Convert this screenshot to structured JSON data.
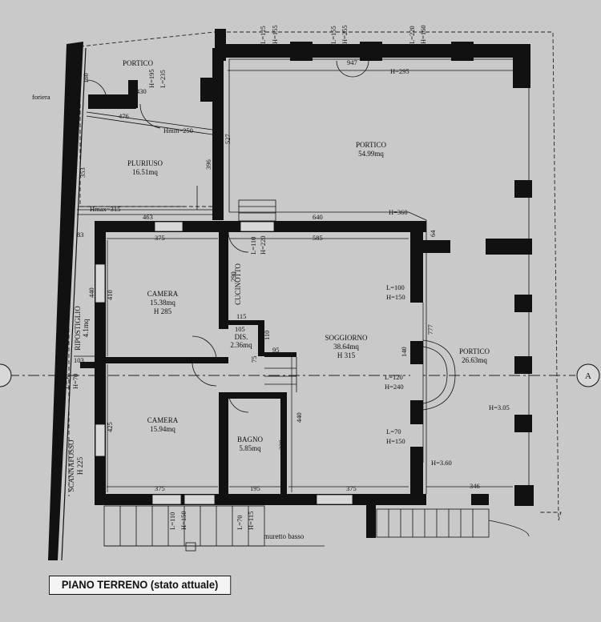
{
  "drawing_title": "PIANO TERRENO (stato attuale)",
  "rooms": [
    {
      "id": "portico-nw",
      "lines": [
        "PORTICO"
      ]
    },
    {
      "id": "pluriuso",
      "lines": [
        "PLURIUSO",
        "16.51mq"
      ]
    },
    {
      "id": "portico-n",
      "lines": [
        "PORTICO",
        "54.99mq"
      ]
    },
    {
      "id": "camera-1",
      "lines": [
        "CAMERA",
        "15.38mq",
        "H 285"
      ]
    },
    {
      "id": "cucinotto",
      "lines": [
        "CUCINOTTO"
      ]
    },
    {
      "id": "soggiorno",
      "lines": [
        "SOGGIORNO",
        "38.64mq",
        "H 315"
      ]
    },
    {
      "id": "ripostiglio",
      "lines": [
        "RIPOSTIGLIO",
        "4.1mq"
      ]
    },
    {
      "id": "dis",
      "lines": [
        "DIS.",
        "2.36mq"
      ]
    },
    {
      "id": "portico-e",
      "lines": [
        "PORTICO",
        "26.63mq"
      ]
    },
    {
      "id": "camera-2",
      "lines": [
        "CAMERA",
        "15.94mq"
      ]
    },
    {
      "id": "bagno",
      "lines": [
        "BAGNO",
        "5.85mq"
      ]
    },
    {
      "id": "scannafosso",
      "lines": [
        "SCANNAFOSSO",
        "H 225"
      ]
    }
  ],
  "dimensions": {
    "l125": "L=125",
    "h155": "H=155",
    "l155": "L=155",
    "h255": "H=255",
    "l220": "L=220",
    "h160": "H=160",
    "d947": "947",
    "h295": "H=295",
    "d430": "430",
    "d195": "H=195",
    "h235": "L=235",
    "d160": "160",
    "foriera": "foriera",
    "d476": "476",
    "hmin": "Hmin=250",
    "d527": "527",
    "d396": "396",
    "d353": "353",
    "hmax": "Hmax=315",
    "d463": "463",
    "d640": "640",
    "h360": "H=360",
    "d83": "83",
    "d375a": "375",
    "d585": "585",
    "l110": "L=110",
    "h220": "H=220",
    "d64": "64",
    "d290": "290",
    "d410": "410",
    "d440": "440",
    "l100": "L=100",
    "h150a": "H=150",
    "d115": "115",
    "d105": "105",
    "d110": "110",
    "d95": "95",
    "d777": "777",
    "d103": "103",
    "d140": "140",
    "d75": "75",
    "l50": "L=50",
    "h70": "H=70",
    "l120": "L=120",
    "h240": "H=240",
    "d425": "425",
    "h305": "H=3.05",
    "d440b": "440",
    "d330": "330",
    "l70": "L=70",
    "h150b": "H=150",
    "h360b": "H=3.60",
    "d375b": "375",
    "d195b": "195",
    "d375c": "375",
    "d346": "346",
    "l110b": "L=110",
    "h150c": "H=150",
    "l70b": "L=70",
    "h115": "H=115",
    "muretto": "muretto basso"
  },
  "section_marker": "A"
}
